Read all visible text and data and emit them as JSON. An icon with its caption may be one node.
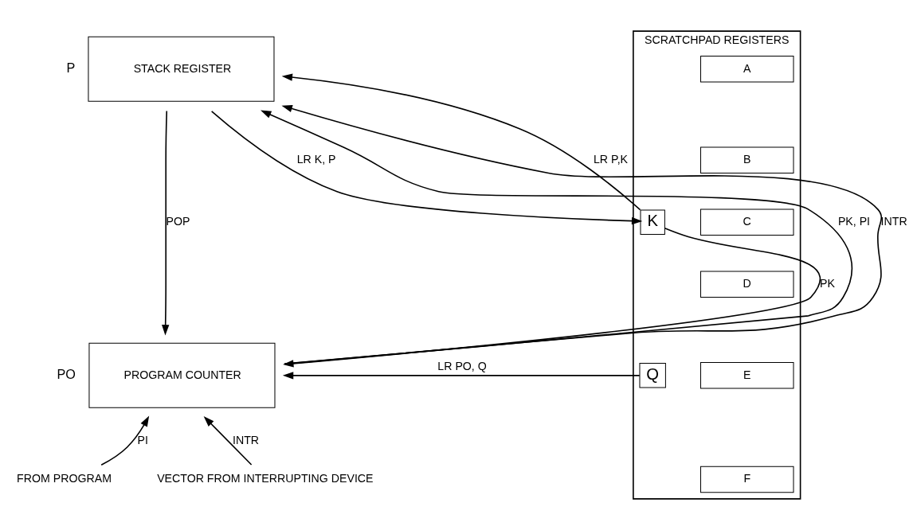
{
  "diagram": {
    "nodes": [
      {
        "text": [
          "STACK REGISTER"
        ],
        "beside": [
          "P"
        ]
      },
      {
        "text": [
          "PROGRAM COUNTER"
        ],
        "beside": [
          "PO"
        ]
      },
      {
        "text": [
          "SCRATCHPAD REGISTERS"
        ]
      },
      {
        "text": [
          "A"
        ],
        "in": 2
      },
      {
        "text": [
          "B"
        ],
        "in": 2
      },
      {
        "text": [
          "C"
        ],
        "in": 2
      },
      {
        "text": [
          "D"
        ],
        "in": 2
      },
      {
        "text": [
          "E"
        ],
        "in": 2
      },
      {
        "text": [
          "F"
        ],
        "in": 2
      },
      {
        "text": [
          "K"
        ],
        "in": 2
      },
      {
        "text": [
          "Q"
        ],
        "in": 2
      },
      {
        "text": [
          "FROM PROGRAM"
        ]
      },
      {
        "text": [
          "VECTOR FROM INTERRUPTING DEVICE"
        ]
      }
    ],
    "edges": [
      {
        "from": 1,
        "to": 0,
        "arrow": "to",
        "label": "PK, PI"
      },
      {
        "from": 1,
        "to": 0,
        "arrow": "to",
        "label": "INTR"
      },
      {
        "from": 0,
        "to": 1,
        "arrow": "to",
        "label": "POP"
      },
      {
        "from": 0,
        "to": 9,
        "arrow": "to",
        "label": "LR K, P"
      },
      {
        "from": 9,
        "to": 0,
        "arrow": "to",
        "label": "LR P,K"
      },
      {
        "from": 9,
        "to": 1,
        "arrow": "to",
        "label": "PK"
      },
      {
        "from": 10,
        "to": 1,
        "arrow": "to",
        "label": "LR PO, Q"
      },
      {
        "from": 11,
        "to": 1,
        "arrow": "to",
        "label": "PI"
      },
      {
        "from": 12,
        "to": 1,
        "arrow": "to",
        "label": "INTR"
      }
    ]
  }
}
